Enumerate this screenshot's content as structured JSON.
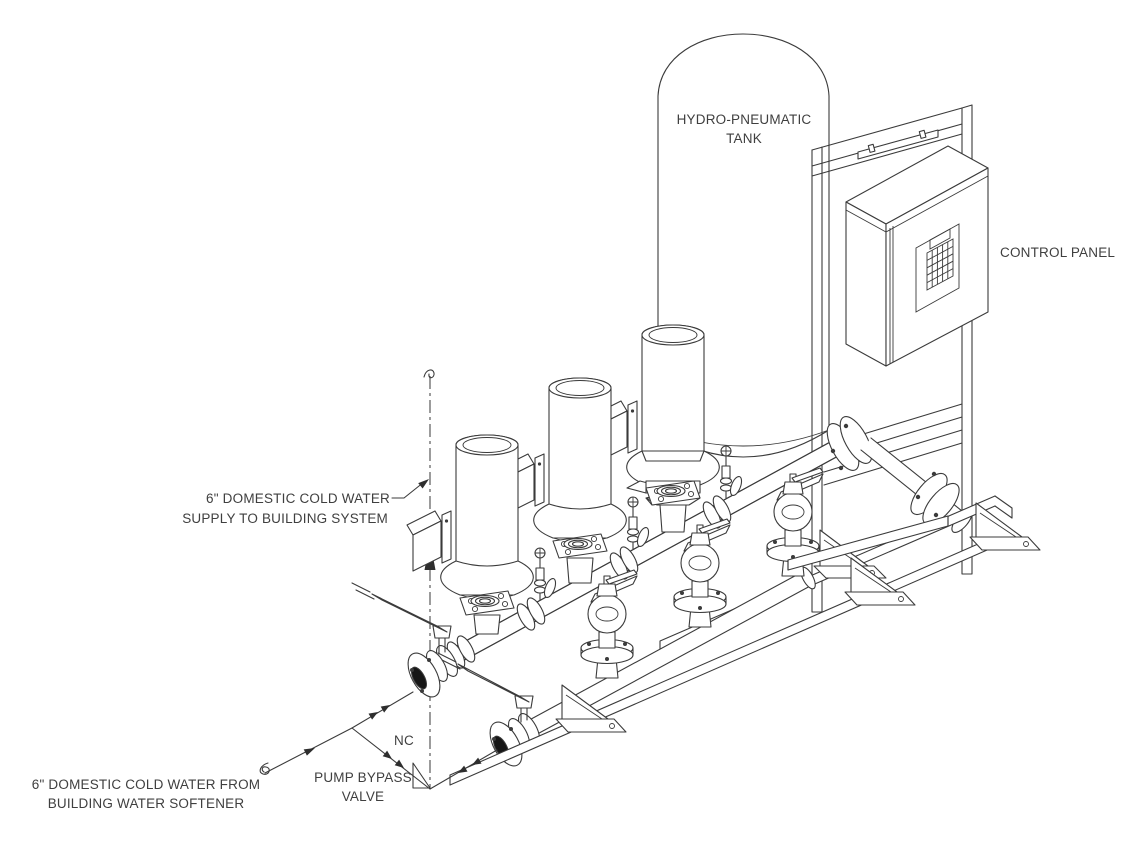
{
  "drawing": {
    "title": "Triplex booster pump package isometric drawing",
    "background_color": "#ffffff",
    "line_color": "#3b3b3b",
    "text_color": "#3f3f3f",
    "labels": {
      "tank_line1": "HYDRO-PNEUMATIC",
      "tank_line2": "TANK",
      "control_panel": "CONTROL PANEL",
      "supply_line1": "6\" DOMESTIC COLD WATER",
      "supply_line2": "SUPPLY TO BUILDING SYSTEM",
      "source_line1": "6\" DOMESTIC COLD WATER FROM",
      "source_line2": "BUILDING WATER SOFTENER",
      "bypass_line1": "PUMP BYPASS",
      "bypass_line2": "VALVE",
      "nc": "NC"
    },
    "components": [
      "hydro-pneumatic-tank",
      "control-panel",
      "control-panel-stand",
      "vertical-pump-motor-1",
      "vertical-pump-motor-2",
      "vertical-pump-motor-3",
      "suction-manifold",
      "discharge-manifold",
      "butterfly-valve-with-lever-suction",
      "butterfly-valve-with-lever-discharge",
      "check-valve-1",
      "check-valve-2",
      "check-valve-3",
      "gauge-valve-1",
      "gauge-valve-2",
      "gauge-valve-3",
      "flanged-header-connection",
      "base-frame-with-gussets",
      "supply-riser-centerline",
      "pump-bypass-line"
    ]
  }
}
